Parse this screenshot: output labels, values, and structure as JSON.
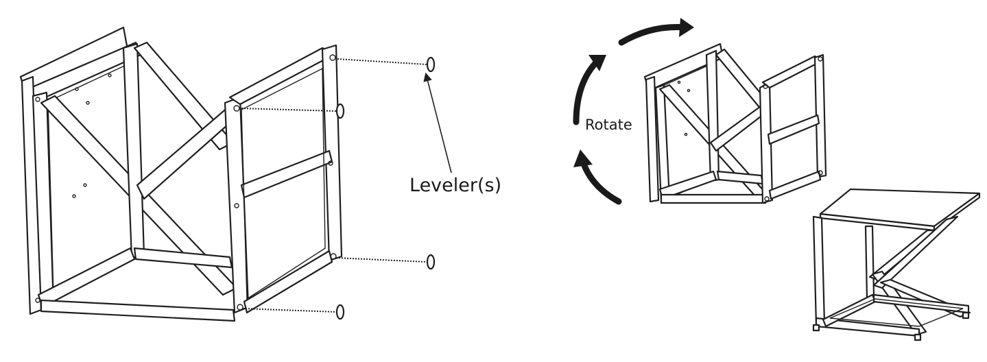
{
  "labels": {
    "leveler": "Leveler(s)",
    "rotate": "Rotate"
  },
  "colors": {
    "line": "#1f1f1f",
    "background": "#ffffff"
  },
  "steps": [
    {
      "name": "attach-levelers",
      "icon": "leveler-bolt-icon"
    },
    {
      "name": "rotate-frame",
      "icon": "rotate-arrows-icon"
    },
    {
      "name": "assembled-table",
      "icon": "table-icon"
    }
  ]
}
